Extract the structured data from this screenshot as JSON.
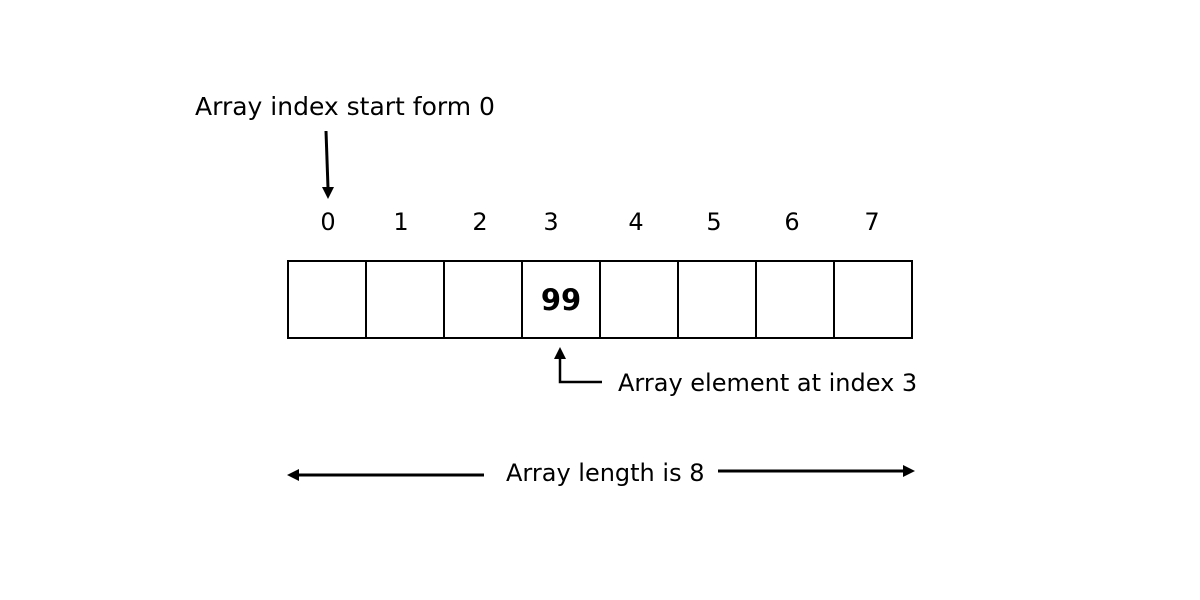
{
  "title_note": "Array index start form 0",
  "indices": [
    "0",
    "1",
    "2",
    "3",
    "4",
    "5",
    "6",
    "7"
  ],
  "cells": [
    "",
    "",
    "",
    "99",
    "",
    "",
    "",
    ""
  ],
  "element_note": "Array element at index 3",
  "length_note": "Array length is 8"
}
